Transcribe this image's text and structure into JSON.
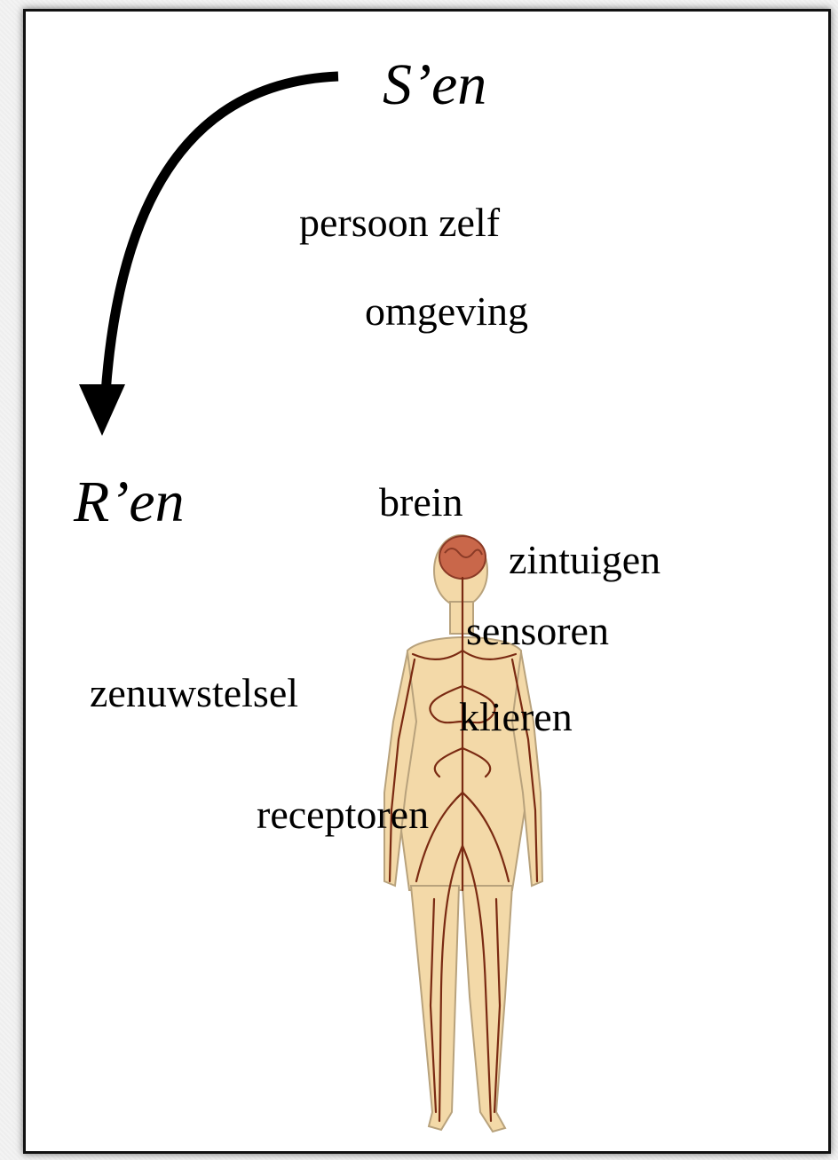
{
  "stimuli_heading": "S’en",
  "responses_heading": "R’en",
  "stimuli_items": [
    "persoon zelf",
    "omgeving"
  ],
  "body_labels": {
    "brain": "brein",
    "senses": "zintuigen",
    "sensors": "sensoren",
    "nervous_system": "zenuwstelsel",
    "glands": "klieren",
    "receptors": "receptoren"
  },
  "colors": {
    "arrow": "#000000",
    "skin": "#f3d9a8",
    "nerve": "#7a2a12",
    "brain": "#c9674a"
  },
  "icons": {
    "arrow": "curved-arrow-down-left-icon",
    "figure": "human-nervous-system-figure"
  }
}
